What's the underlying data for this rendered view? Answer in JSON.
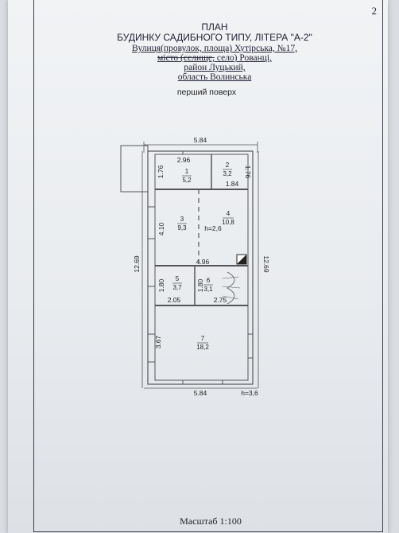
{
  "page_number": "2",
  "header": {
    "title": "ПЛАН",
    "subtitle": "БУДИНКУ САДИБНОГО ТИПУ, ЛІТЕРА \"А-2\"",
    "street_line": "Вулиця(провулок, площа) Хутірська, №17,",
    "city_struck": "місто (селище,",
    "city_rest": " село) Рованці,",
    "district": "район Луцький,",
    "region": "область Волинська"
  },
  "floor_label": "перший поверх",
  "scale": "Масштаб 1:100",
  "dimensions": {
    "top_width": "5.84",
    "bottom_width": "5.84",
    "bottom_height": "h=3,6",
    "left_height": "12.69",
    "right_height": "12.69",
    "room1_width": "2.96",
    "room1_height": "1.76",
    "room2_height": "1.76",
    "room2_bottom": "1.84",
    "room3_height": "4.10",
    "room_height_mark": "h=2,6",
    "corridor": "4.96",
    "room5_height": "1.80",
    "room6_height": "1.80",
    "room5_width": "2.05",
    "room6_width": "2.75",
    "room7_height": "3.67"
  },
  "rooms": [
    {
      "num": "1",
      "area": "5,2"
    },
    {
      "num": "2",
      "area": "3,2"
    },
    {
      "num": "3",
      "area": "9,3"
    },
    {
      "num": "4",
      "area": "10,8"
    },
    {
      "num": "5",
      "area": "3,7"
    },
    {
      "num": "6",
      "area": "3,1"
    },
    {
      "num": "7",
      "area": "18,2"
    }
  ]
}
